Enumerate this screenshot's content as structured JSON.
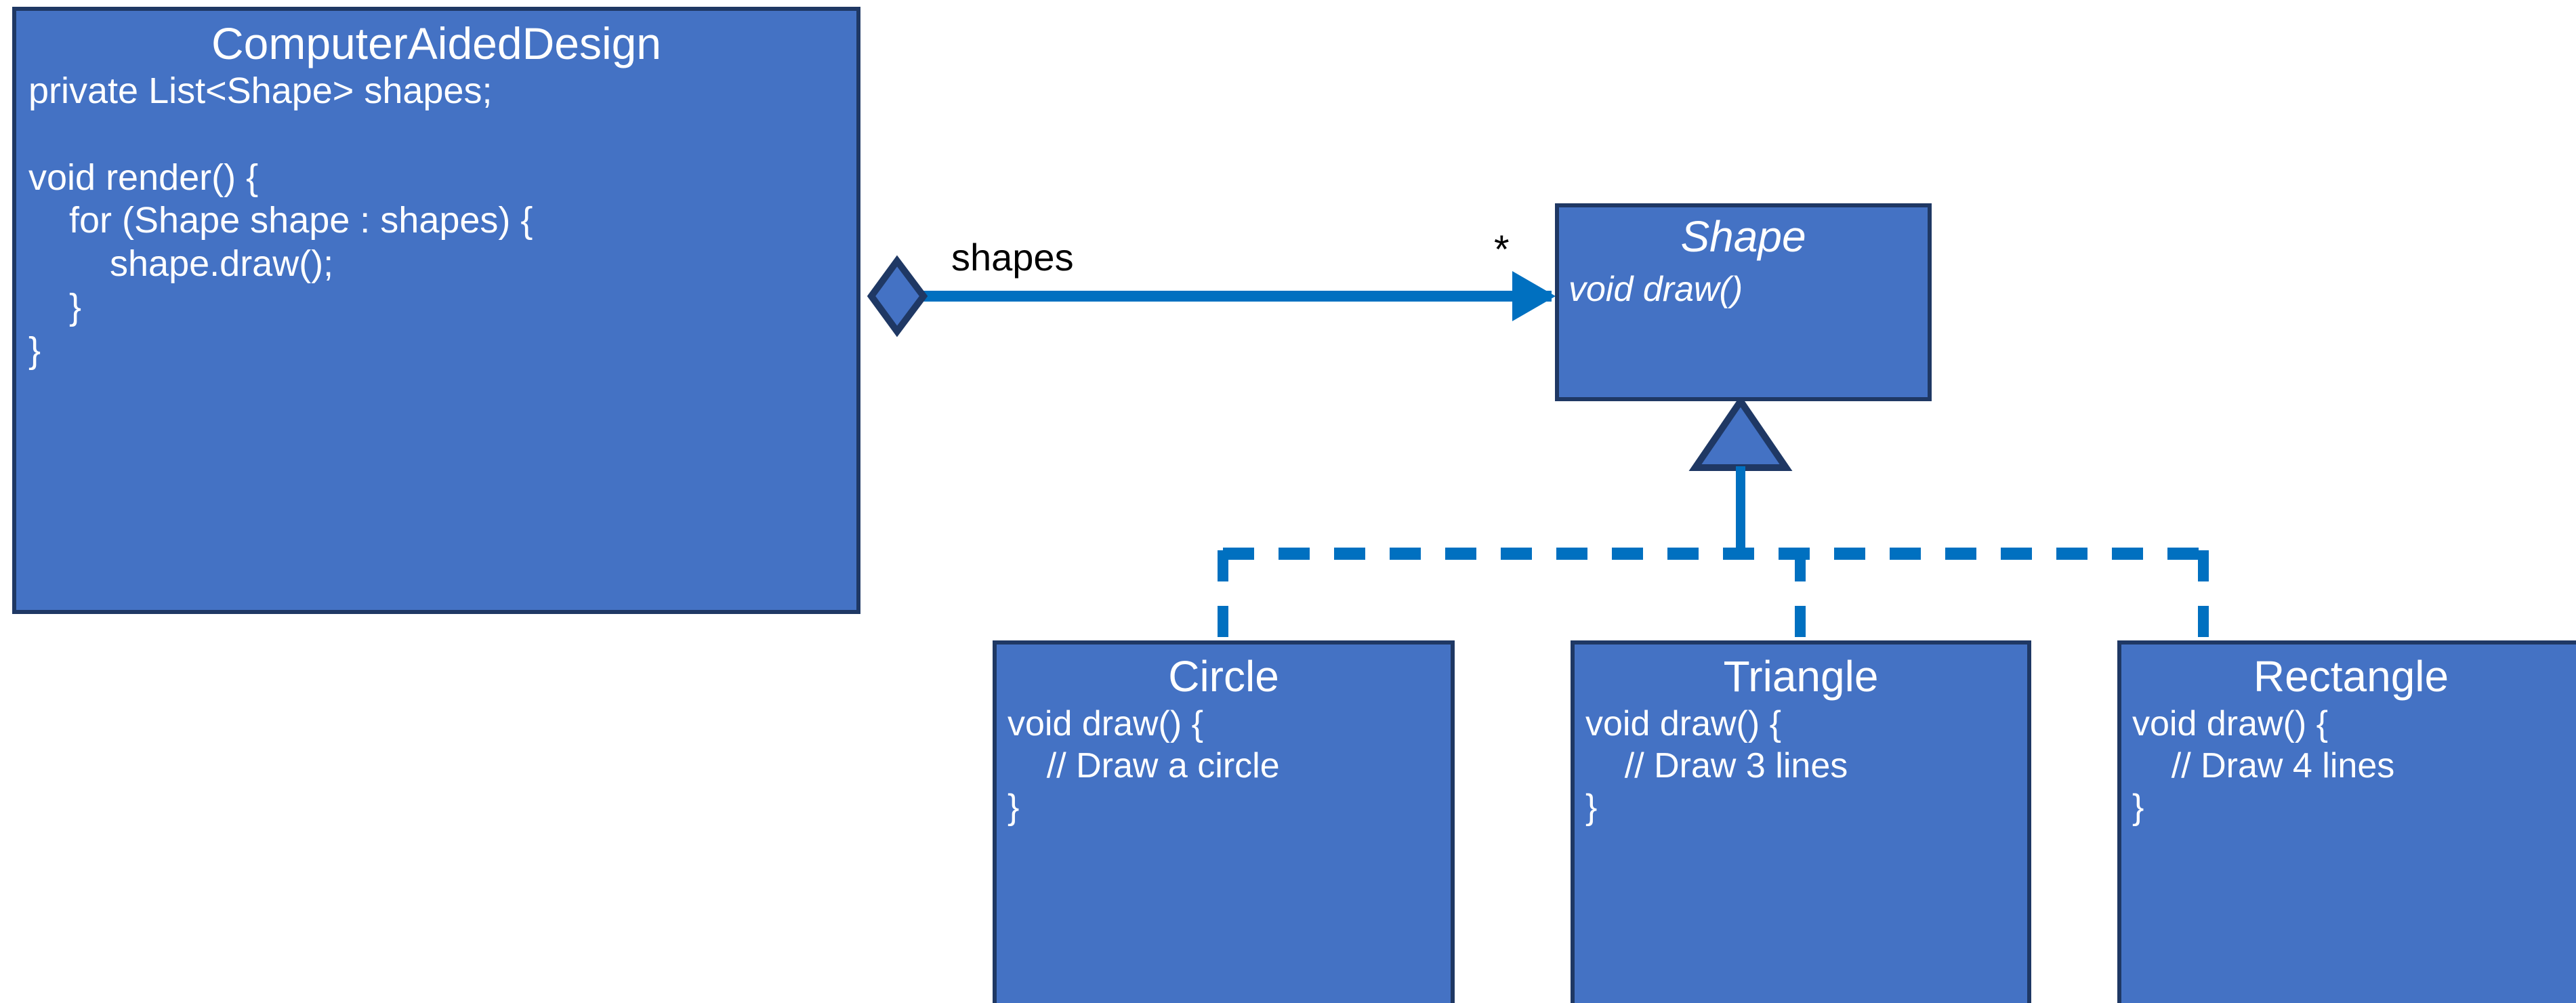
{
  "diagram": {
    "type": "uml-class-diagram",
    "colors": {
      "box_fill": "#4472C4",
      "box_border": "#1F3864",
      "connector": "#0070C0",
      "text_on_box": "#FFFFFF",
      "label_text": "#000000",
      "background": "#FFFFFF"
    }
  },
  "classes": {
    "cad": {
      "name": "ComputerAidedDesign",
      "body": "private List<Shape> shapes;\n\nvoid render() {\n    for (Shape shape : shapes) {\n        shape.draw();\n    }\n}"
    },
    "shape": {
      "name": "Shape",
      "body": "void draw()",
      "abstract": true
    },
    "circle": {
      "name": "Circle",
      "body": "void draw() {\n    // Draw a circle\n}"
    },
    "triangle": {
      "name": "Triangle",
      "body": "void draw() {\n    // Draw 3 lines\n}"
    },
    "rectangle": {
      "name": "Rectangle",
      "body": "void draw() {\n    // Draw 4 lines\n}"
    }
  },
  "relations": {
    "aggregation": {
      "from": "ComputerAidedDesign",
      "to": "Shape",
      "role_label": "shapes",
      "multiplicity": "*",
      "end_marker": "diamond",
      "arrow_marker": "open-arrow"
    },
    "inheritance": {
      "parent": "Shape",
      "children": [
        "Circle",
        "Triangle",
        "Rectangle"
      ],
      "marker": "hollow-triangle",
      "line_style": "dashed-tree"
    }
  }
}
